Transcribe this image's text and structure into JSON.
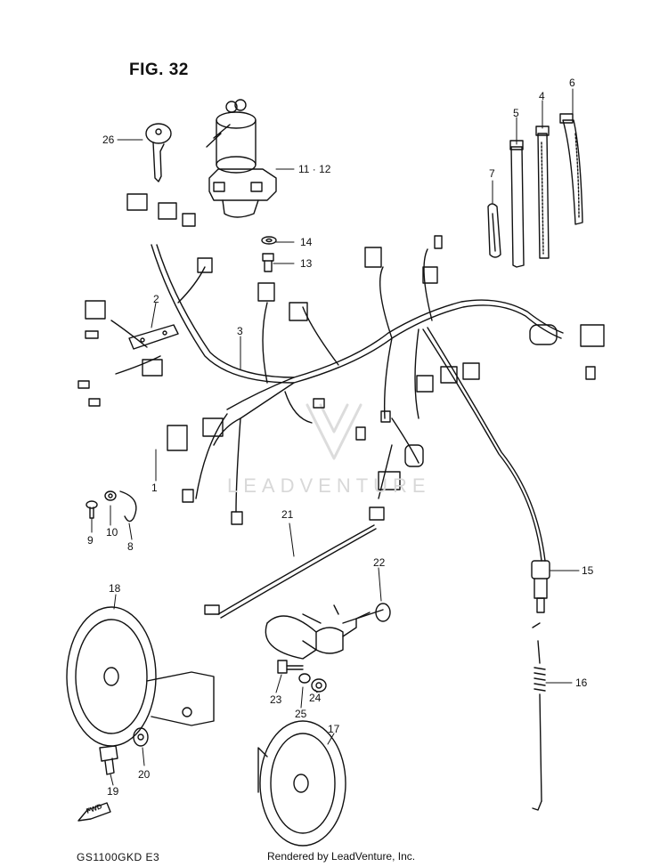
{
  "figure": {
    "title": "FIG. 32",
    "model_code": "GS1100GKD  E3",
    "credit": "Rendered by LeadVenture, Inc.",
    "watermark": "LEADVENTURE",
    "fwd_label": "FWD"
  },
  "callouts": [
    {
      "id": "c26",
      "label": "26"
    },
    {
      "id": "c11",
      "label": "11 · 12"
    },
    {
      "id": "c14",
      "label": "14"
    },
    {
      "id": "c13",
      "label": "13"
    },
    {
      "id": "c5",
      "label": "5"
    },
    {
      "id": "c4",
      "label": "4"
    },
    {
      "id": "c6",
      "label": "6"
    },
    {
      "id": "c7",
      "label": "7"
    },
    {
      "id": "c2",
      "label": "2"
    },
    {
      "id": "c3",
      "label": "3"
    },
    {
      "id": "c1",
      "label": "1"
    },
    {
      "id": "c9",
      "label": "9"
    },
    {
      "id": "c10",
      "label": "10"
    },
    {
      "id": "c8",
      "label": "8"
    },
    {
      "id": "c21",
      "label": "21"
    },
    {
      "id": "c22",
      "label": "22"
    },
    {
      "id": "c15",
      "label": "15"
    },
    {
      "id": "c18",
      "label": "18"
    },
    {
      "id": "c16",
      "label": "16"
    },
    {
      "id": "c23",
      "label": "23"
    },
    {
      "id": "c25",
      "label": "25"
    },
    {
      "id": "c24",
      "label": "24"
    },
    {
      "id": "c17",
      "label": "17"
    },
    {
      "id": "c20",
      "label": "20"
    },
    {
      "id": "c19",
      "label": "19"
    }
  ]
}
